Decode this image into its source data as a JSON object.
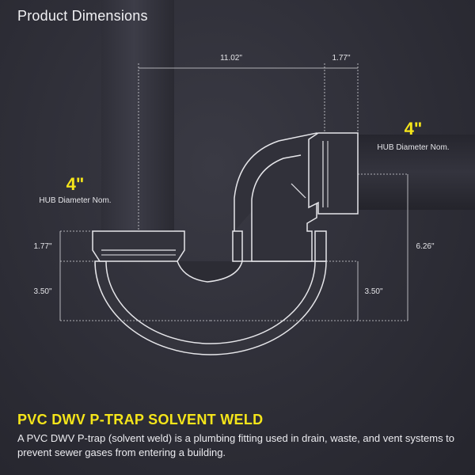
{
  "header": {
    "title": "Product Dimensions"
  },
  "dimensions": {
    "top_width": "11.02\"",
    "top_hub_depth": "1.77\"",
    "left_hub_depth": "1.77\"",
    "left_bottom_depth": "3.50\"",
    "right_bottom_depth": "3.50\"",
    "right_height": "6.26\""
  },
  "sizes": {
    "left": {
      "value": "4\"",
      "label": "HUB Diameter Nom."
    },
    "right": {
      "value": "4\"",
      "label": "HUB Diameter Nom."
    }
  },
  "footer": {
    "title": "PVC DWV P-TRAP SOLVENT WELD",
    "description": "A PVC DWV P-trap (solvent weld) is a plumbing fitting used in drain, waste, and vent systems to prevent sewer gases from entering a building."
  },
  "colors": {
    "accent": "#f5e51a",
    "background": "#2e2e37",
    "line": "#e6e6ea"
  }
}
